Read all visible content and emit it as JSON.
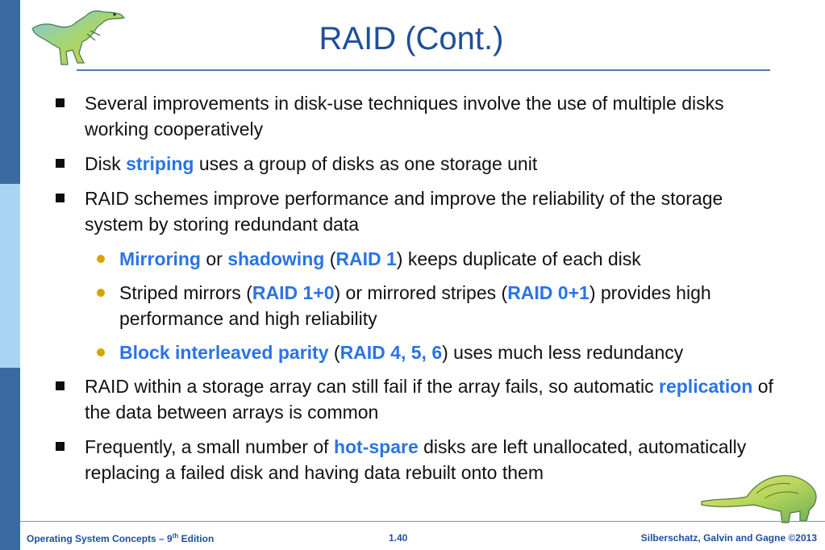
{
  "slide": {
    "title": "RAID (Cont.)",
    "bullets": [
      {
        "level": 1,
        "segments": [
          {
            "text": "Several improvements in disk-use techniques involve the use of multiple disks working cooperatively"
          }
        ]
      },
      {
        "level": 1,
        "segments": [
          {
            "text": "Disk "
          },
          {
            "text": "striping",
            "kw": true
          },
          {
            "text": " uses a group of disks as one storage unit"
          }
        ]
      },
      {
        "level": 1,
        "segments": [
          {
            "text": "RAID schemes improve performance and improve the reliability of the storage system by storing redundant data"
          }
        ]
      },
      {
        "level": 2,
        "segments": [
          {
            "text": "Mirroring",
            "kw": true
          },
          {
            "text": " or "
          },
          {
            "text": "shadowing",
            "kw": true
          },
          {
            "text": " ("
          },
          {
            "text": "RAID 1",
            "kw": true
          },
          {
            "text": ") keeps duplicate of each disk"
          }
        ]
      },
      {
        "level": 2,
        "segments": [
          {
            "text": "Striped mirrors ("
          },
          {
            "text": "RAID 1+0",
            "kw": true
          },
          {
            "text": ") or mirrored stripes ("
          },
          {
            "text": "RAID 0+1",
            "kw": true
          },
          {
            "text": ") provides high performance and high reliability"
          }
        ]
      },
      {
        "level": 2,
        "segments": [
          {
            "text": "Block interleaved parity",
            "kw": true
          },
          {
            "text": " ("
          },
          {
            "text": "RAID 4, 5, 6",
            "kw": true
          },
          {
            "text": ") uses much less redundancy"
          }
        ]
      },
      {
        "level": 1,
        "segments": [
          {
            "text": "RAID within a storage array can still fail if the array fails, so automatic "
          },
          {
            "text": "replication",
            "kw": true
          },
          {
            "text": " of the data between arrays is common"
          }
        ]
      },
      {
        "level": 1,
        "segments": [
          {
            "text": "Frequently, a small number of "
          },
          {
            "text": "hot-spare",
            "kw": true
          },
          {
            "text": " disks are left unallocated, automatically replacing a failed disk and having data rebuilt onto them"
          }
        ]
      }
    ]
  },
  "footer": {
    "book_prefix": "Operating System Concepts – 9",
    "book_sup": "th",
    "book_suffix": " Edition",
    "page": "1.40",
    "copyright": "Silberschatz, Galvin and Gagne ©2013"
  },
  "colors": {
    "title": "#1f4e9a",
    "keyword": "#2a73e6",
    "sidebar_dark": "#3b6aa0",
    "sidebar_light": "#a9d4f2"
  },
  "icons": [
    "dinosaur-icon",
    "dinosaur-icon"
  ]
}
